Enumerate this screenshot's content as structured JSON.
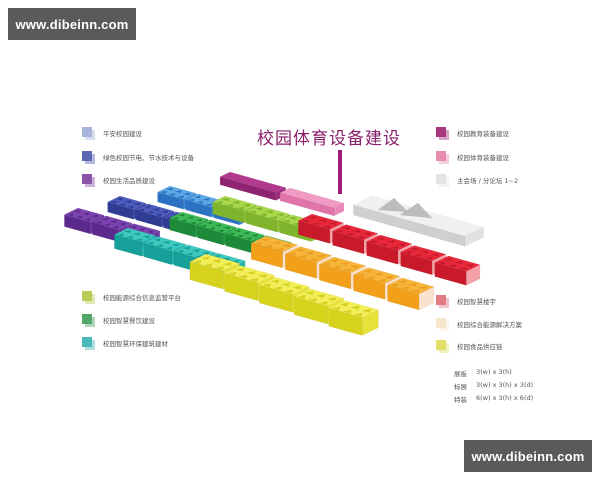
{
  "watermarks": {
    "top": "www.dibeinn.com",
    "bottom": "www.dibeinn.com"
  },
  "title": "校园体育设备建设",
  "legend_left": [
    {
      "label": "平安校园建设",
      "color": "#a9b4dc",
      "icon": "swatch-light-blue"
    },
    {
      "label": "绿色校园节电、节水技术与设备",
      "color": "#5b67b3",
      "icon": "swatch-navy"
    },
    {
      "label": "校园生活品质建设",
      "color": "#8a55a8",
      "icon": "swatch-purple"
    },
    {
      "label": "校园能源综合信息监管平台",
      "color": "#b7cc55",
      "icon": "swatch-lime"
    },
    {
      "label": "校园智慧餐饮建设",
      "color": "#52a868",
      "icon": "swatch-green"
    },
    {
      "label": "校园智慧环保建筑建材",
      "color": "#4bb8b8",
      "icon": "swatch-teal"
    }
  ],
  "legend_right": [
    {
      "label": "校园教育装备建设",
      "color": "#a8397e",
      "icon": "swatch-magenta"
    },
    {
      "label": "校园体育装备建设",
      "color": "#e88db0",
      "icon": "swatch-pink"
    },
    {
      "label": "主会场 / 分论坛 1~2",
      "color": "#e3e3e3",
      "icon": "swatch-gray"
    },
    {
      "label": "校园智慧楼宇",
      "color": "#e27a82",
      "icon": "swatch-red"
    },
    {
      "label": "校园综合能源解决方案",
      "color": "#f6e7cc",
      "icon": "swatch-cream"
    },
    {
      "label": "校园食品供应链",
      "color": "#e3e06a",
      "icon": "swatch-yellow"
    }
  ],
  "specs": [
    {
      "type": "展板",
      "size": "3(w) x 3(h)"
    },
    {
      "type": "标展",
      "size": "3(w) x 3(h) x 3(d)"
    },
    {
      "type": "特装",
      "size": "6(w) x 3(h) x 6(d)"
    }
  ],
  "block_colors": {
    "purple": {
      "top": "#7a43b0",
      "left": "#5c2a8c",
      "right": "#6c369e"
    },
    "navy": {
      "top": "#4c5bbd",
      "left": "#2e3c94",
      "right": "#3b4aa8"
    },
    "blue": {
      "top": "#5aa7e8",
      "left": "#2c72c2",
      "right": "#3a88d6"
    },
    "teal": {
      "top": "#3cc9c0",
      "left": "#16a09a",
      "right": "#24b3ad"
    },
    "green": {
      "top": "#3dba55",
      "left": "#1d8a3a",
      "right": "#279e45"
    },
    "lime": {
      "top": "#a8d84a",
      "left": "#7fb52c",
      "right": "#92c63a"
    },
    "yellow": {
      "top": "#f2ee58",
      "left": "#d7d21b",
      "right": "#e6e23a"
    },
    "orange": {
      "top": "#f7b43a",
      "left": "#f2a01a",
      "right": "#fbe2cf"
    },
    "red": {
      "top": "#e8283a",
      "left": "#c81a2a",
      "right": "#f4a2a8"
    },
    "magenta": {
      "top": "#b23a8e",
      "left": "#8e2470",
      "right": "#a02d80"
    },
    "pink": {
      "top": "#f09ac4",
      "left": "#e074aa",
      "right": "#ea88b8"
    },
    "gray": {
      "top": "#f0f0f0",
      "left": "#cfcfcf",
      "right": "#e2e2e2"
    }
  }
}
